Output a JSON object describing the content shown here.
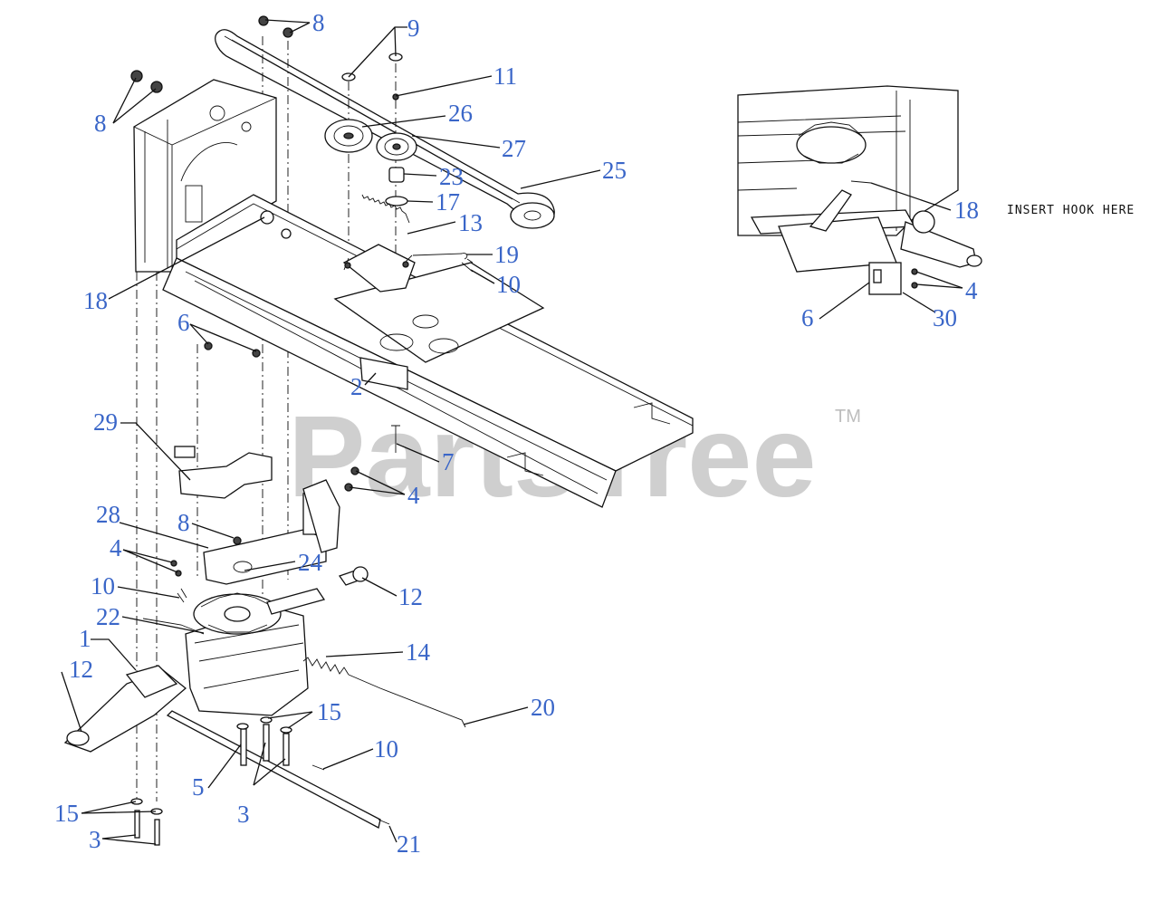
{
  "watermark": {
    "text": "PartsTree",
    "trademark": "TM"
  },
  "inset_note": "INSERT HOOK HERE",
  "label_color": "#3a66c8",
  "callouts": {
    "c8a": "8",
    "c9": "9",
    "c11": "11",
    "c8b": "8",
    "c26": "26",
    "c27": "27",
    "c23": "23",
    "c25": "25",
    "c17": "17",
    "c13": "13",
    "c19": "19",
    "c10a": "10",
    "c18a": "18",
    "c6a": "6",
    "c2": "2",
    "c29": "29",
    "c7": "7",
    "c4a": "4",
    "c28": "28",
    "c8c": "8",
    "c4b": "4",
    "c24": "24",
    "c10b": "10",
    "c12a": "12",
    "c22": "22",
    "c1": "1",
    "c14": "14",
    "c12b": "12",
    "c20": "20",
    "c15a": "15",
    "c10c": "10",
    "c5": "5",
    "c3a": "3",
    "c15b": "15",
    "c3b": "3",
    "c21": "21",
    "c18b": "18",
    "c4c": "4",
    "c6b": "6",
    "c30": "30"
  }
}
